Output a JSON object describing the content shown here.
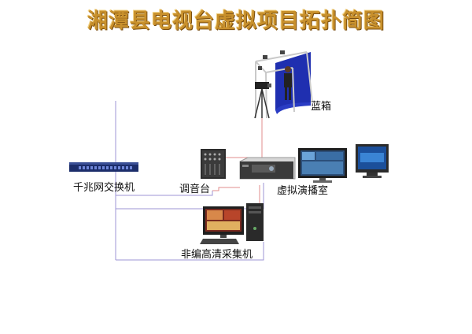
{
  "title": "湘潭县电视台虚拟项目拓扑简图",
  "nodes": {
    "blue_box": {
      "label": "蓝箱"
    },
    "network_switch": {
      "label": "千兆网交换机"
    },
    "audio_mixer": {
      "label": "调音台"
    },
    "virtual_studio": {
      "label": "虚拟演播室"
    },
    "hd_capture": {
      "label": "非编高清采集机"
    }
  },
  "colors": {
    "title": "#c8902c",
    "network_line": "#9d94d6",
    "signal_line": "#e08d8d",
    "blue_screen": "#1f2fb0",
    "truss": "#c9c9c9"
  }
}
